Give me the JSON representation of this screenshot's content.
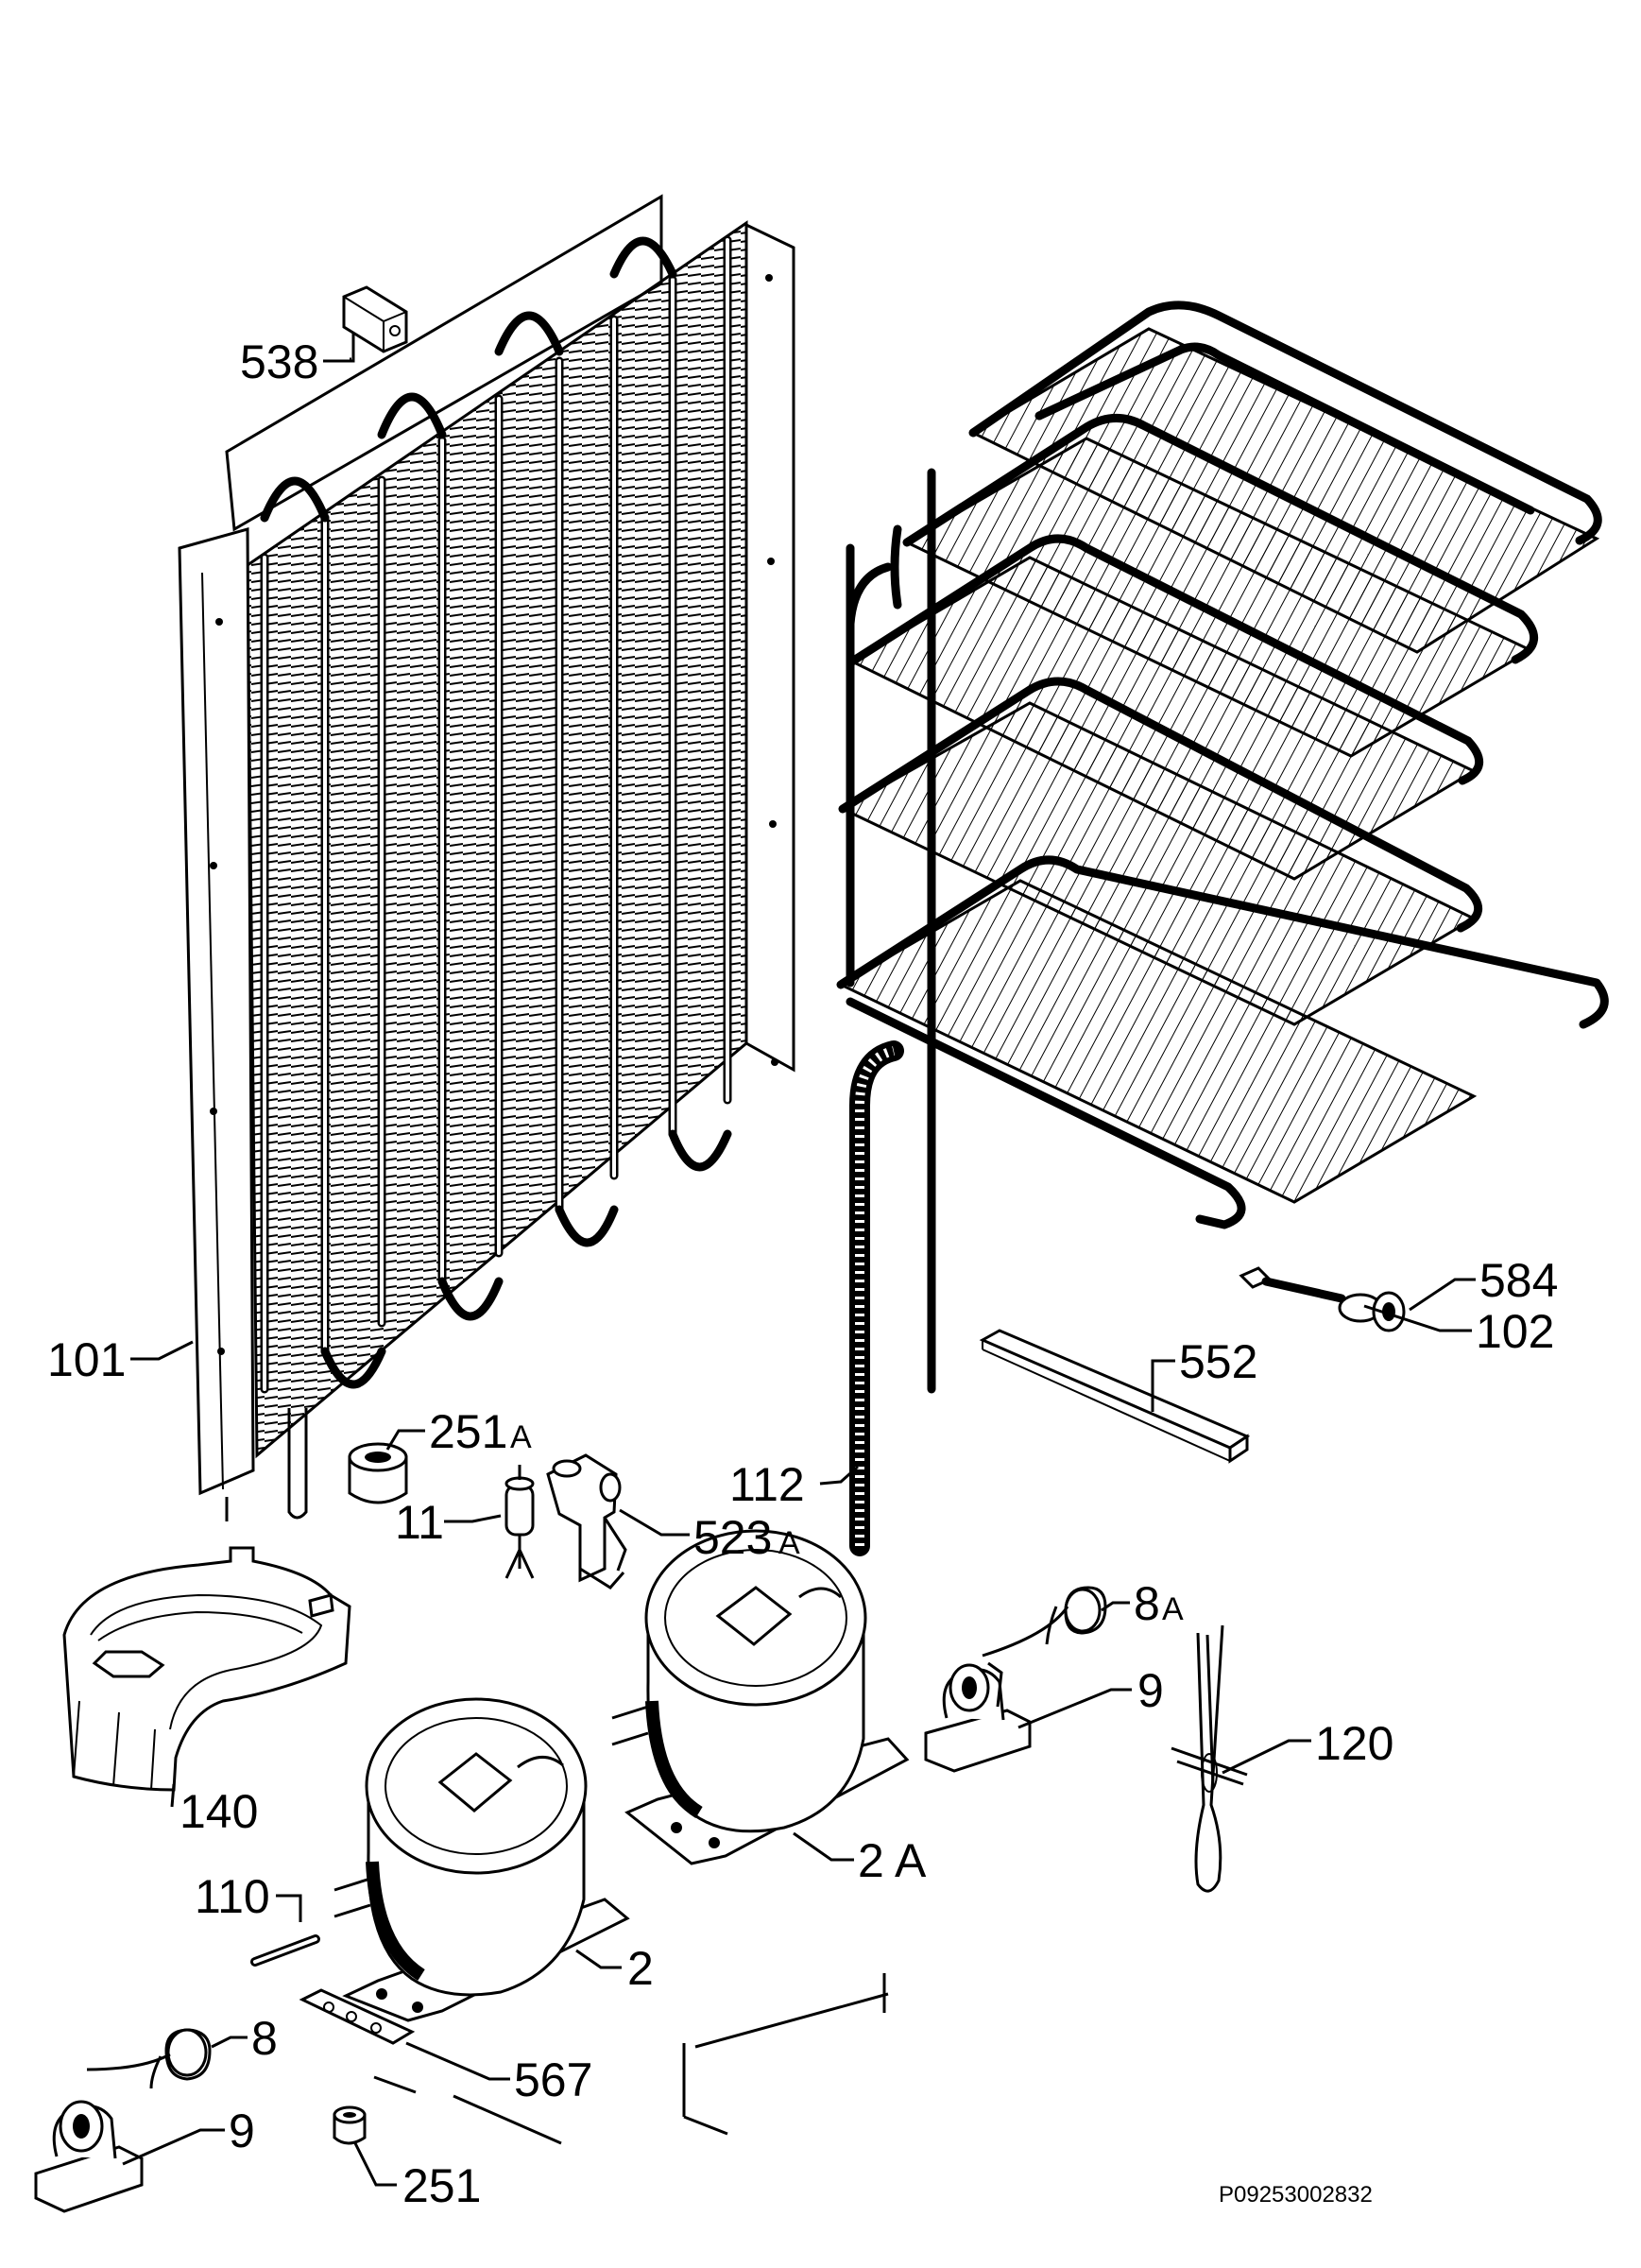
{
  "colors": {
    "ink": "#000000",
    "paper": "#ffffff"
  },
  "parts": {
    "p538": "538",
    "p101": "101",
    "p102": "102",
    "p584": "584",
    "p552": "552",
    "p251a": "251",
    "p251a_suffix": "A",
    "p112": "112",
    "p11": "11",
    "p523a": "523",
    "p523a_suffix": "A",
    "p8a": "8",
    "p8a_suffix": "A",
    "p9_upper": "9",
    "p120": "120",
    "p140": "140",
    "p2a": "2 A",
    "p110": "110",
    "p2": "2",
    "p8": "8",
    "p567": "567",
    "p9_lower": "9",
    "p251": "251"
  },
  "diagram_code": "P09253002832"
}
